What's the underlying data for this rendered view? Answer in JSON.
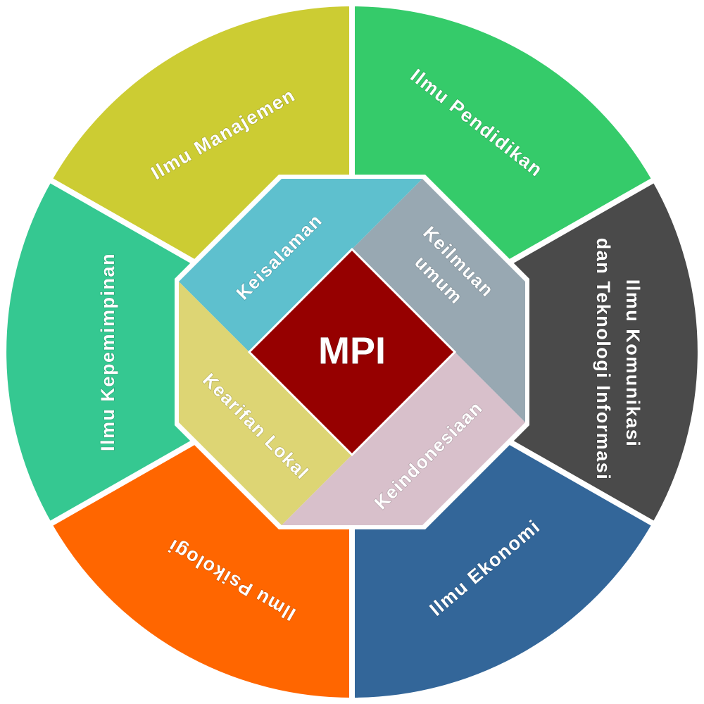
{
  "center": {
    "label": "MPI",
    "color": "#960000"
  },
  "outer_segments": {
    "manajemen": {
      "label": "Ilmu Manajemen",
      "color": "#CCCC33"
    },
    "pendidikan": {
      "label": "Ilmu Pendidikan",
      "color": "#35CB6A"
    },
    "komunikasi": {
      "line1": "Ilmu Komunikasi",
      "line2": "dan Teknologi Informasi",
      "color": "#4A4A4A"
    },
    "ekonomi": {
      "label": "Ilmu Ekonomi",
      "color": "#336699"
    },
    "psikologi": {
      "label": "Ilmu Psikologi",
      "color": "#FF6600"
    },
    "kepemimpinan": {
      "label": "Ilmu Kepemimpinan",
      "color": "#35C891"
    }
  },
  "inner_segments": {
    "keisalaman": {
      "label": "Keisalaman",
      "color": "#5EC0CE"
    },
    "keilmuan": {
      "line1": "Keilmuan",
      "line2": "umum",
      "color": "#98A8B2"
    },
    "keindonesiaan": {
      "label": "Keindonesiaan",
      "color": "#D8C0CB"
    },
    "kearifan": {
      "label": "Kearifan Lokal",
      "color": "#DDD574"
    }
  }
}
